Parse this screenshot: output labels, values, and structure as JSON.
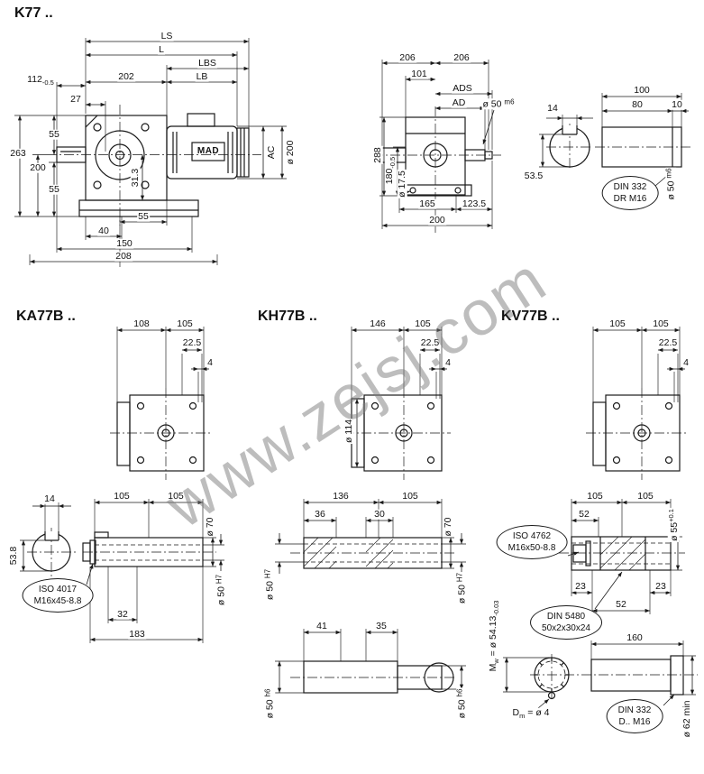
{
  "watermark": "www.zejsj.com",
  "titles": {
    "k77": "K77 ..",
    "ka77b": "KA77B ..",
    "kh77b": "KH77B ..",
    "kv77b": "KV77B .."
  },
  "side_view": {
    "ls": "LS",
    "l": "L",
    "lbs": "LBS",
    "lb": "LB",
    "d202": "202",
    "d112": "112",
    "d112_tol": "-0.5",
    "d27": "27",
    "d263": "263",
    "d200": "200",
    "d55_top": "55",
    "d55_bottom": "55",
    "d31_3": "31.3",
    "d55_mid": "55",
    "d40": "40",
    "d150": "150",
    "d208": "208",
    "ac": "AC",
    "dia200": "ø 200",
    "motor": "MAD"
  },
  "front_view": {
    "d206_left": "206",
    "d206_right": "206",
    "d101": "101",
    "ads": "ADS",
    "ad": "AD",
    "dia50": "ø 50",
    "dia50_tol": "m6",
    "d288": "288",
    "d180": "180",
    "d180_tol": "-0.5",
    "dia17_5": "ø 17.5",
    "d165": "165",
    "d123_5": "123.5",
    "d200": "200"
  },
  "shaft_detail": {
    "d100": "100",
    "d80": "80",
    "d10": "10",
    "d14": "14",
    "d53_5": "53.5",
    "dia50": "ø 50",
    "dia50_tol": "m6",
    "callout": {
      "line1": "DIN 332",
      "line2": "DR M16"
    }
  },
  "ka77b_view": {
    "d108": "108",
    "d105": "105",
    "d22_5": "22.5",
    "d4": "4"
  },
  "kh77b_view": {
    "d146": "146",
    "d105": "105",
    "d22_5": "22.5",
    "d4": "4",
    "dia114": "ø 114"
  },
  "kv77b_view": {
    "d105_left": "105",
    "d105_right": "105",
    "d22_5": "22.5",
    "d4": "4"
  },
  "ka77b_shaft": {
    "d14": "14",
    "d105_left": "105",
    "d105_right": "105",
    "d53_8": "53.8",
    "dia70": "ø 70",
    "dia50": "ø 50",
    "dia50_tol": "H7",
    "callout": {
      "line1": "ISO 4017",
      "line2": "M16x45-8.8"
    },
    "d32": "32",
    "d183": "183"
  },
  "kh77b_shaft": {
    "d136": "136",
    "d105": "105",
    "d36": "36",
    "d30": "30",
    "bore_left": "ø 50",
    "bore_left_tol": "H7",
    "dia70": "ø 70",
    "bore_right": "ø 50",
    "bore_right_tol": "H7",
    "d41": "41",
    "d35": "35",
    "shaft_left": "ø 50",
    "shaft_left_tol": "h6",
    "shaft_right": "ø 50",
    "shaft_right_tol": "h6"
  },
  "kv77b_shaft": {
    "d105_left": "105",
    "d105_right": "105",
    "d52_top": "52",
    "dia55": "ø 55",
    "dia55_tol": "+0.1",
    "callout_screw": {
      "line1": "ISO 4762",
      "line2": "M16x50-8.8"
    },
    "d23_left": "23",
    "d23_right": "23",
    "d52_bottom": "52",
    "mw_sym": "M",
    "mw_sub": "w",
    "mw_eq": " = ø 54.13",
    "mw_tol": "-0.03",
    "callout_spline": {
      "line1": "DIN 5480",
      "line2": "50x2x30x24"
    },
    "d160": "160",
    "dm_sym": "D",
    "dm_sub": "m",
    "dm_eq": " = ø 4",
    "callout_centerhole": {
      "line1": "DIN 332",
      "line2": "D.. M16"
    },
    "dia62": "ø 62 min"
  }
}
